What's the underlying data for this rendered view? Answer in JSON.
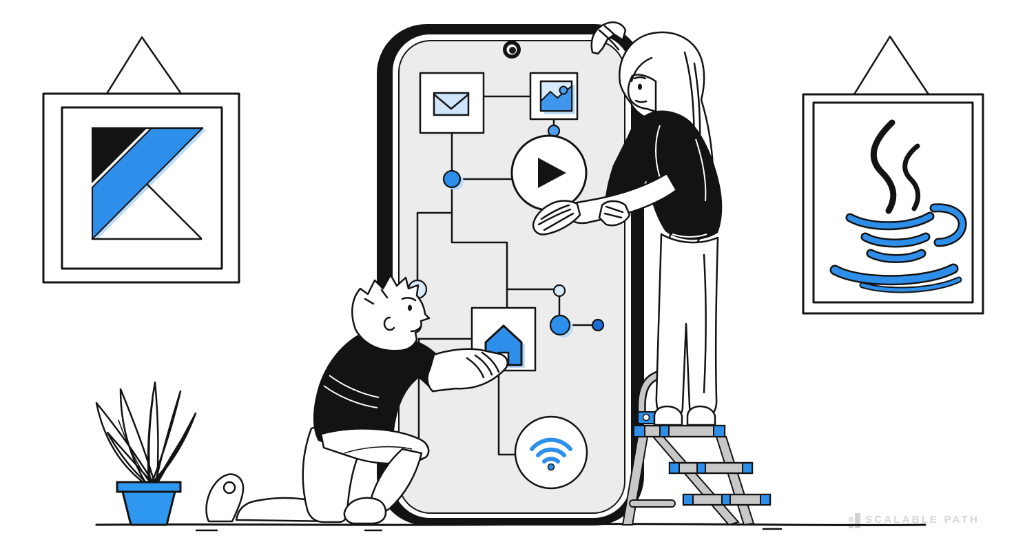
{
  "illustration": {
    "description": "Hand-drawn line illustration: two developers assemble a giant smartphone app flow; framed Kotlin and Java logos hang on the wall",
    "left_wall_art": {
      "label": "Kotlin logo framed picture"
    },
    "right_wall_art": {
      "label": "Java logo framed picture"
    },
    "phone": {
      "screen_tiles": [
        {
          "icon": "mail-icon"
        },
        {
          "icon": "image-icon"
        },
        {
          "icon": "play-icon"
        },
        {
          "icon": "home-icon"
        },
        {
          "icon": "wifi-icon"
        }
      ],
      "camera": "front-camera"
    },
    "characters": [
      {
        "label": "man kneeling holding home tile"
      },
      {
        "label": "woman on step ladder holding play button"
      }
    ],
    "props": [
      {
        "label": "potted plant"
      },
      {
        "label": "step ladder"
      }
    ]
  },
  "colors": {
    "accent_blue": "#2E8FEA",
    "mid_blue": "#3F97EE",
    "light_blue": "#D9EAFB",
    "shadow_blue": "#BBDCF8",
    "dark_blue": "#1B6FD4",
    "screen_gray": "#ECECEC",
    "ladder_gray": "#C8C8C8",
    "ink": "#131313",
    "watermark_gray": "#D5D5D5"
  },
  "watermark": {
    "brand": "SCALABLE PATH"
  }
}
